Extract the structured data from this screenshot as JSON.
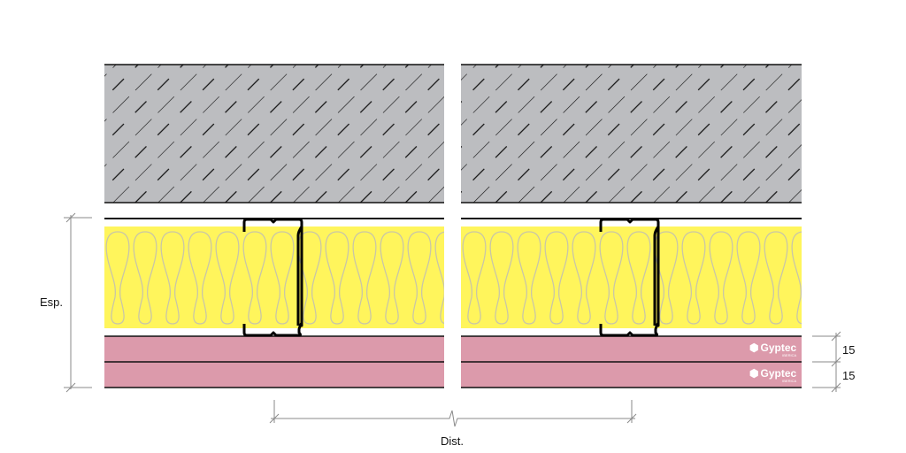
{
  "labels": {
    "thickness": "Esp.",
    "distance": "Dist.",
    "board1": "15",
    "board2": "15"
  },
  "logo": {
    "brand": "Gyptec",
    "sub": "IBERICA"
  },
  "colors": {
    "concrete": "#bcbdc0",
    "insulation": "#fff55c",
    "board": "#dc9aab",
    "wool": "#c9c6a6",
    "dim": "#8a8a8a"
  }
}
